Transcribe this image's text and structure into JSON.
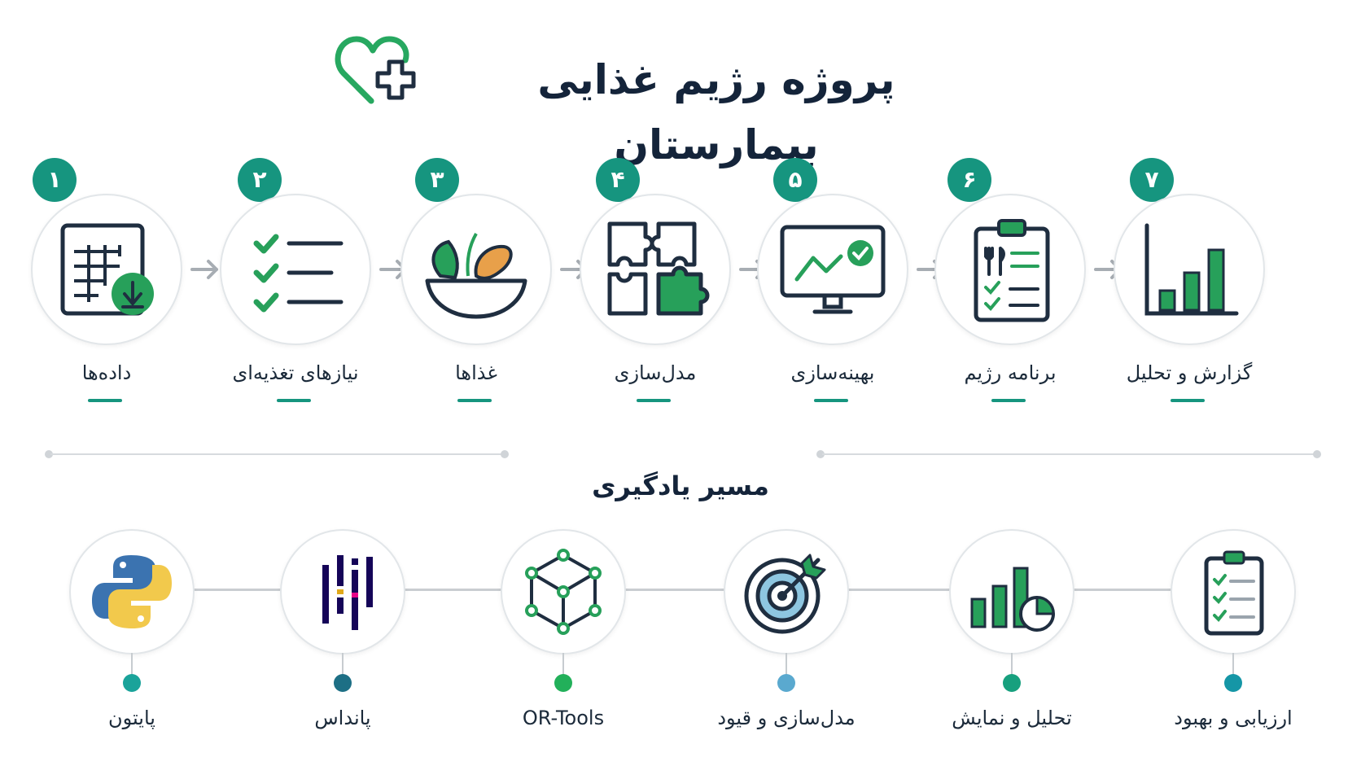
{
  "header": {
    "title": "پروژه رژیم غذایی بیمارستان",
    "logo_icon": "heart-plus-icon"
  },
  "steps": [
    {
      "number": "۱",
      "label": "داده‌ها",
      "icon": "spreadsheet-download-icon"
    },
    {
      "number": "۲",
      "label": "نیازهای تغذیه‌ای",
      "icon": "checklist-icon"
    },
    {
      "number": "۳",
      "label": "غذاها",
      "icon": "food-bowl-icon"
    },
    {
      "number": "۴",
      "label": "مدل‌سازی",
      "icon": "puzzle-icon"
    },
    {
      "number": "۵",
      "label": "بهینه‌سازی",
      "icon": "monitor-check-icon"
    },
    {
      "number": "۶",
      "label": "برنامه رژیم",
      "icon": "clipboard-meal-icon"
    },
    {
      "number": "۷",
      "label": "گزارش و تحلیل",
      "icon": "bar-chart-icon"
    }
  ],
  "learning_path": {
    "title": "مسیر یادگیری",
    "items": [
      {
        "label": "پایتون",
        "icon": "python-icon",
        "node_color": "#1aa39a"
      },
      {
        "label": "پانداس",
        "icon": "pandas-icon",
        "node_color": "#1d6f85"
      },
      {
        "label": "OR-Tools",
        "icon": "ortools-icon",
        "node_color": "#22b05a"
      },
      {
        "label": "مدل‌سازی و قیود",
        "icon": "target-icon",
        "node_color": "#5aa9cf"
      },
      {
        "label": "تحلیل و نمایش",
        "icon": "chart-pie-icon",
        "node_color": "#17a07e"
      },
      {
        "label": "ارزیابی و بهبود",
        "icon": "clipboard-check-icon",
        "node_color": "#1596a6"
      }
    ]
  },
  "colors": {
    "accent": "#16957f",
    "green": "#27a05a",
    "dark": "#14243a"
  }
}
